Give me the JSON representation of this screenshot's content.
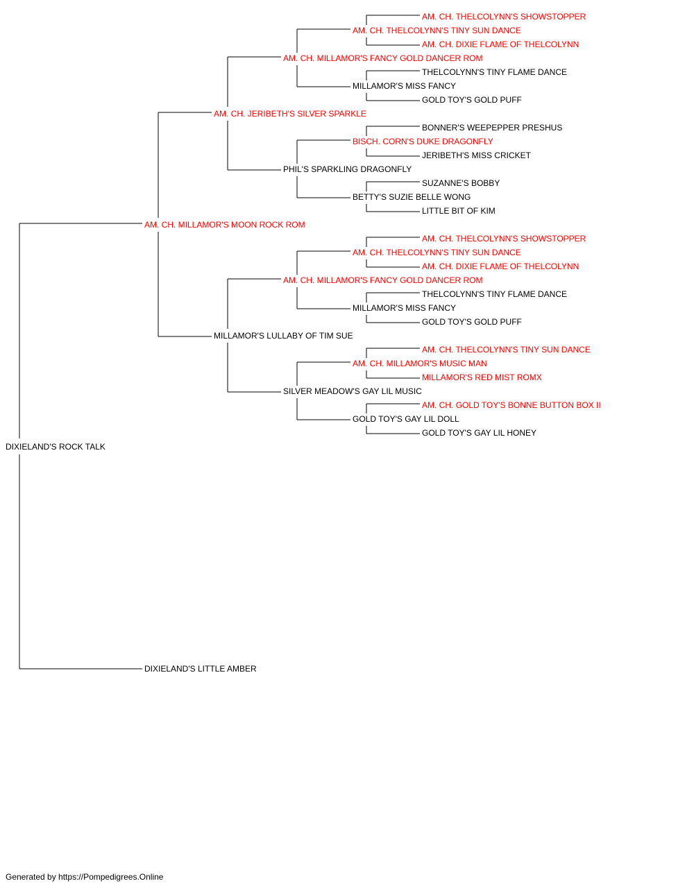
{
  "colors": {
    "champion": "#ff0000",
    "normal": "#000000",
    "line": "#000000"
  },
  "pedigree": {
    "subject": {
      "name": "DIXIELAND'S ROCK TALK",
      "champion": false
    },
    "sire": {
      "name": "AM. CH. MILLAMOR'S MOON ROCK ROM",
      "champion": true
    },
    "dam": {
      "name": "DIXIELAND'S LITTLE AMBER",
      "champion": false
    },
    "sire_sire": {
      "name": "AM. CH. JERIBETH'S SILVER SPARKLE",
      "champion": true
    },
    "sire_dam": {
      "name": "MILLAMOR'S LULLABY OF TIM SUE",
      "champion": false
    },
    "sire_sire_sire": {
      "name": "AM. CH. MILLAMOR'S FANCY GOLD DANCER ROM",
      "champion": true
    },
    "sire_sire_dam": {
      "name": "PHIL'S SPARKLING DRAGONFLY",
      "champion": false
    },
    "sire_dam_sire": {
      "name": "AM. CH. MILLAMOR'S FANCY GOLD DANCER ROM",
      "champion": true
    },
    "sire_dam_dam": {
      "name": "SILVER MEADOW'S GAY LIL MUSIC",
      "champion": false
    },
    "sire_sire_sire_sire": {
      "name": "AM. CH. THELCOLYNN'S TINY SUN DANCE",
      "champion": true
    },
    "sire_sire_sire_dam": {
      "name": "MILLAMOR'S MISS FANCY",
      "champion": false
    },
    "sire_sire_dam_sire": {
      "name": "BISCH. CORN'S DUKE DRAGONFLY",
      "champion": true
    },
    "sire_sire_dam_dam": {
      "name": "BETTY'S SUZIE BELLE WONG",
      "champion": false
    },
    "sire_dam_sire_sire": {
      "name": "AM. CH. THELCOLYNN'S TINY SUN DANCE",
      "champion": true
    },
    "sire_dam_sire_dam": {
      "name": "MILLAMOR'S MISS FANCY",
      "champion": false
    },
    "sire_dam_dam_sire": {
      "name": "AM. CH. MILLAMOR'S MUSIC MAN",
      "champion": true
    },
    "sire_dam_dam_dam": {
      "name": "GOLD TOY'S GAY LIL DOLL",
      "champion": false
    },
    "g5": [
      {
        "name": "AM. CH. THELCOLYNN'S SHOWSTOPPER",
        "champion": true
      },
      {
        "name": "AM. CH. DIXIE FLAME OF THELCOLYNN",
        "champion": true
      },
      {
        "name": "THELCOLYNN'S TINY FLAME DANCE",
        "champion": false
      },
      {
        "name": "GOLD TOY'S GOLD PUFF",
        "champion": false
      },
      {
        "name": "BONNER'S WEEPEPPER PRESHUS",
        "champion": false
      },
      {
        "name": "JERIBETH'S MISS CRICKET",
        "champion": false
      },
      {
        "name": "SUZANNE'S BOBBY",
        "champion": false
      },
      {
        "name": "LITTLE BIT OF KIM",
        "champion": false
      },
      {
        "name": "AM. CH. THELCOLYNN'S SHOWSTOPPER",
        "champion": true
      },
      {
        "name": "AM. CH. DIXIE FLAME OF THELCOLYNN",
        "champion": true
      },
      {
        "name": "THELCOLYNN'S TINY FLAME DANCE",
        "champion": false
      },
      {
        "name": "GOLD TOY'S GOLD PUFF",
        "champion": false
      },
      {
        "name": "AM. CH. THELCOLYNN'S TINY SUN DANCE",
        "champion": true
      },
      {
        "name": "MILLAMOR'S RED MIST ROMX",
        "champion": true
      },
      {
        "name": "AM. CH. GOLD TOY'S BONNE BUTTON BOX II",
        "champion": true
      },
      {
        "name": "GOLD TOY'S GAY LIL HONEY",
        "champion": false
      }
    ]
  },
  "footer": "Generated by https://Pompedigrees.Online"
}
